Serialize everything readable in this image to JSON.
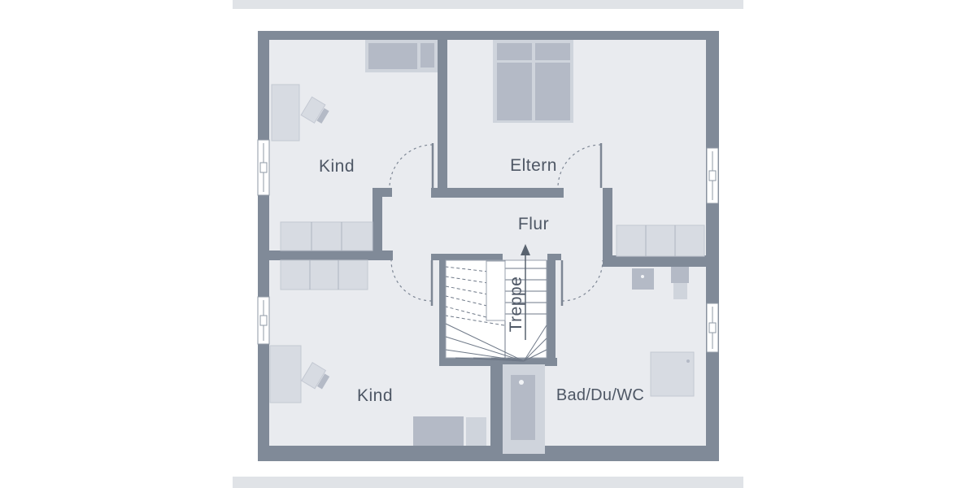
{
  "colors": {
    "page_bg": "#ffffff",
    "bar": "#e0e3e7",
    "wall": "#808a98",
    "floor": "#e9ebef",
    "furniture_light": "#d7dbe2",
    "furniture_medium": "#b4bac6",
    "furniture_edge": "#c3c8d2",
    "furniture_divider": "#adb4c0",
    "bed_frame": "#cfd4dc",
    "stair_edge": "#9aa2ae",
    "line": "#6f7988",
    "dash": "#7d8694",
    "arrow": "#59636f",
    "window_frame": "#8f98a5",
    "text": "#4e5765"
  },
  "rooms": {
    "kind_top": "Kind",
    "eltern": "Eltern",
    "flur": "Flur",
    "kind_bottom": "Kind",
    "bath": "Bad/Du/WC",
    "stairs": "Treppe"
  }
}
